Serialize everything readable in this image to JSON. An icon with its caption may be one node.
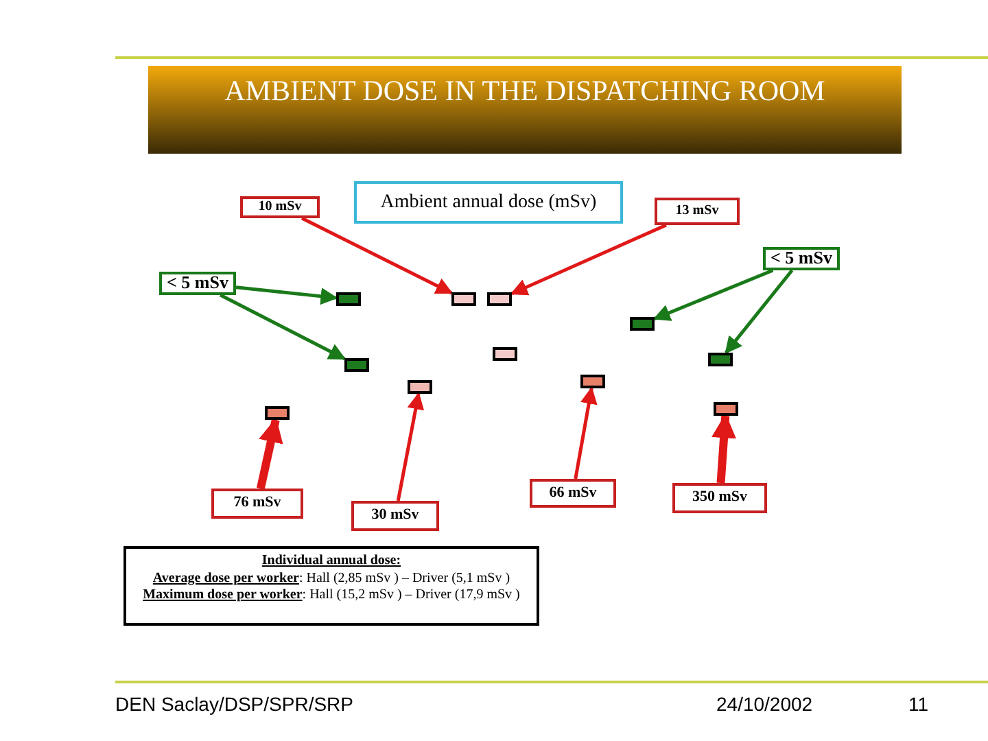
{
  "diagram": {
    "title": "AMBIENT DOSE IN THE DISPATCHING ROOM",
    "nodes": [
      {
        "text": [
          "10 mSv"
        ]
      },
      {
        "text": [
          "Ambient annual dose (mSv)"
        ]
      },
      {
        "text": [
          "13 mSv"
        ]
      },
      {
        "text": [
          "< 5 mSv"
        ]
      },
      {
        "text": [
          "< 5 mSv"
        ]
      },
      {
        "text": [],
        "shape": "box"
      },
      {
        "text": [],
        "shape": "box"
      },
      {
        "text": [],
        "shape": "box"
      },
      {
        "text": [],
        "shape": "box"
      },
      {
        "text": [],
        "shape": "box"
      },
      {
        "text": [],
        "shape": "box"
      },
      {
        "text": [],
        "shape": "box"
      },
      {
        "text": [],
        "shape": "box"
      },
      {
        "text": [],
        "shape": "box"
      },
      {
        "text": [],
        "shape": "box"
      },
      {
        "text": [],
        "shape": "box"
      },
      {
        "text": [
          "76 mSv"
        ]
      },
      {
        "text": [
          "30 mSv"
        ]
      },
      {
        "text": [
          "66 mSv"
        ]
      },
      {
        "text": [
          "350 mSv"
        ]
      },
      {
        "text": [
          "Individual annual dose:",
          "**Average dose per worker**: Hall (2,85 mSv ) – Driver (5,1 mSv )",
          "**Maximum dose per worker**: Hall (15,2 mSv ) – Driver (17,9 mSv )"
        ]
      }
    ],
    "edges": [
      {
        "from": 0,
        "to": 6,
        "arrow": "to"
      },
      {
        "from": 2,
        "to": 7,
        "arrow": "to"
      },
      {
        "from": 3,
        "to": 5,
        "arrow": "to",
        "color": "#1a7a1a"
      },
      {
        "from": 3,
        "to": 10,
        "arrow": "to",
        "color": "#1a7a1a"
      },
      {
        "from": 4,
        "to": 8,
        "arrow": "to",
        "color": "#1a7a1a"
      },
      {
        "from": 4,
        "to": 11,
        "arrow": "to",
        "color": "#1a7a1a"
      },
      {
        "from": 16,
        "to": 14,
        "arrow": "to",
        "style": "thick"
      },
      {
        "from": 17,
        "to": 12,
        "arrow": "to"
      },
      {
        "from": 18,
        "to": 13,
        "arrow": "to"
      },
      {
        "from": 19,
        "to": 15,
        "arrow": "to",
        "style": "thick"
      }
    ],
    "labels": [
      "DEN Saclay/DSP/SPR/SRP",
      "24/10/2002",
      "11"
    ]
  }
}
